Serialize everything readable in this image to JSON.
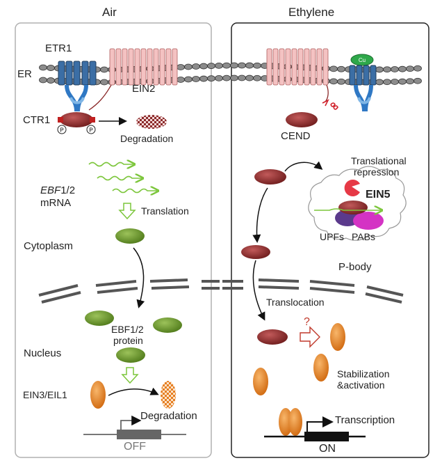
{
  "panels": {
    "air": {
      "title": "Air",
      "labels": {
        "etr1": "ETR1",
        "er": "ER",
        "ein2": "EIN2",
        "ctr1": "CTR1",
        "phospho": "P",
        "degradation_top": "Degradation",
        "ebf_mrna_gene": "EBF",
        "ebf_mrna_rest": "1/2",
        "mrna": "mRNA",
        "translation": "Translation",
        "cytoplasm": "Cytoplasm",
        "ebf_protein_1": "EBF1/2",
        "ebf_protein_2": "protein",
        "nucleus": "Nucleus",
        "ein3": "EIN3/EIL1",
        "degradation_bottom": "Degradation",
        "off": "OFF"
      }
    },
    "ethylene": {
      "title": "Ethylene",
      "labels": {
        "cu": "Cu",
        "cend": "CEND",
        "translational_1": "Translational",
        "translational_2": "repression",
        "ein5": "EIN5",
        "upfs": "UPFs",
        "pabs": "PABs",
        "pbody": "P-body",
        "translocation": "Translocation",
        "question": "?",
        "stabilization_1": "Stabilization",
        "stabilization_2": "&activation",
        "transcription": "Transcription",
        "on": "ON"
      }
    }
  },
  "colors": {
    "cend": "#8b2a2a",
    "ebf": "#6e9a2e",
    "ein3": "#e67e22",
    "receptor": "#2e5c8a",
    "ein2": "#f0b0b0",
    "membrane": "#555555"
  }
}
